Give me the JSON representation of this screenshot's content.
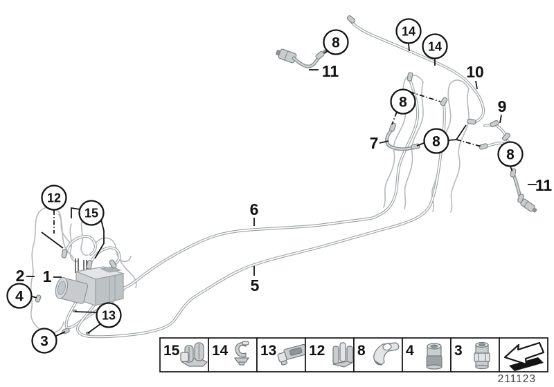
{
  "diagram": {
    "description": "Brake pipe front parts diagram",
    "callouts": {
      "c8_top": "8",
      "c14_a": "14",
      "c14_b": "14",
      "c8_mid_left": "8",
      "c8_mid": "8",
      "c8_right": "8",
      "c12": "12",
      "c15": "15",
      "c4": "4",
      "c13": "13",
      "c3": "3"
    },
    "labels": {
      "hose_front_left": "11",
      "pipe_rear_run": "10",
      "pipe_right_end": "9",
      "hose_mid": "7",
      "pipe_front_upper": "6",
      "pipe_front_lower": "5",
      "line_short": "2",
      "line_main": "1",
      "hose_front_right": "11"
    },
    "legend": {
      "cells": [
        {
          "label": "15",
          "icon": "double-pipe-clamp-icon"
        },
        {
          "label": "14",
          "icon": "spring-clip-icon"
        },
        {
          "label": "13",
          "icon": "pipe-holder-icon"
        },
        {
          "label": "12",
          "icon": "pipe-clamp-icon"
        },
        {
          "label": "8",
          "icon": "retaining-clip-icon"
        },
        {
          "label": "4",
          "icon": "pipe-nut-icon"
        },
        {
          "label": "3",
          "icon": "pipe-connector-icon"
        },
        {
          "label": "",
          "icon": "direction-arrow-icon"
        }
      ]
    },
    "footer": {
      "drawing_number": "211123"
    },
    "colors": {
      "outline_black": "#141414",
      "pipe_gray": "#9ba1a3",
      "panel_gray": "#b8bcbe",
      "part_fill": "#c9cdce",
      "background": "#ffffff"
    }
  }
}
